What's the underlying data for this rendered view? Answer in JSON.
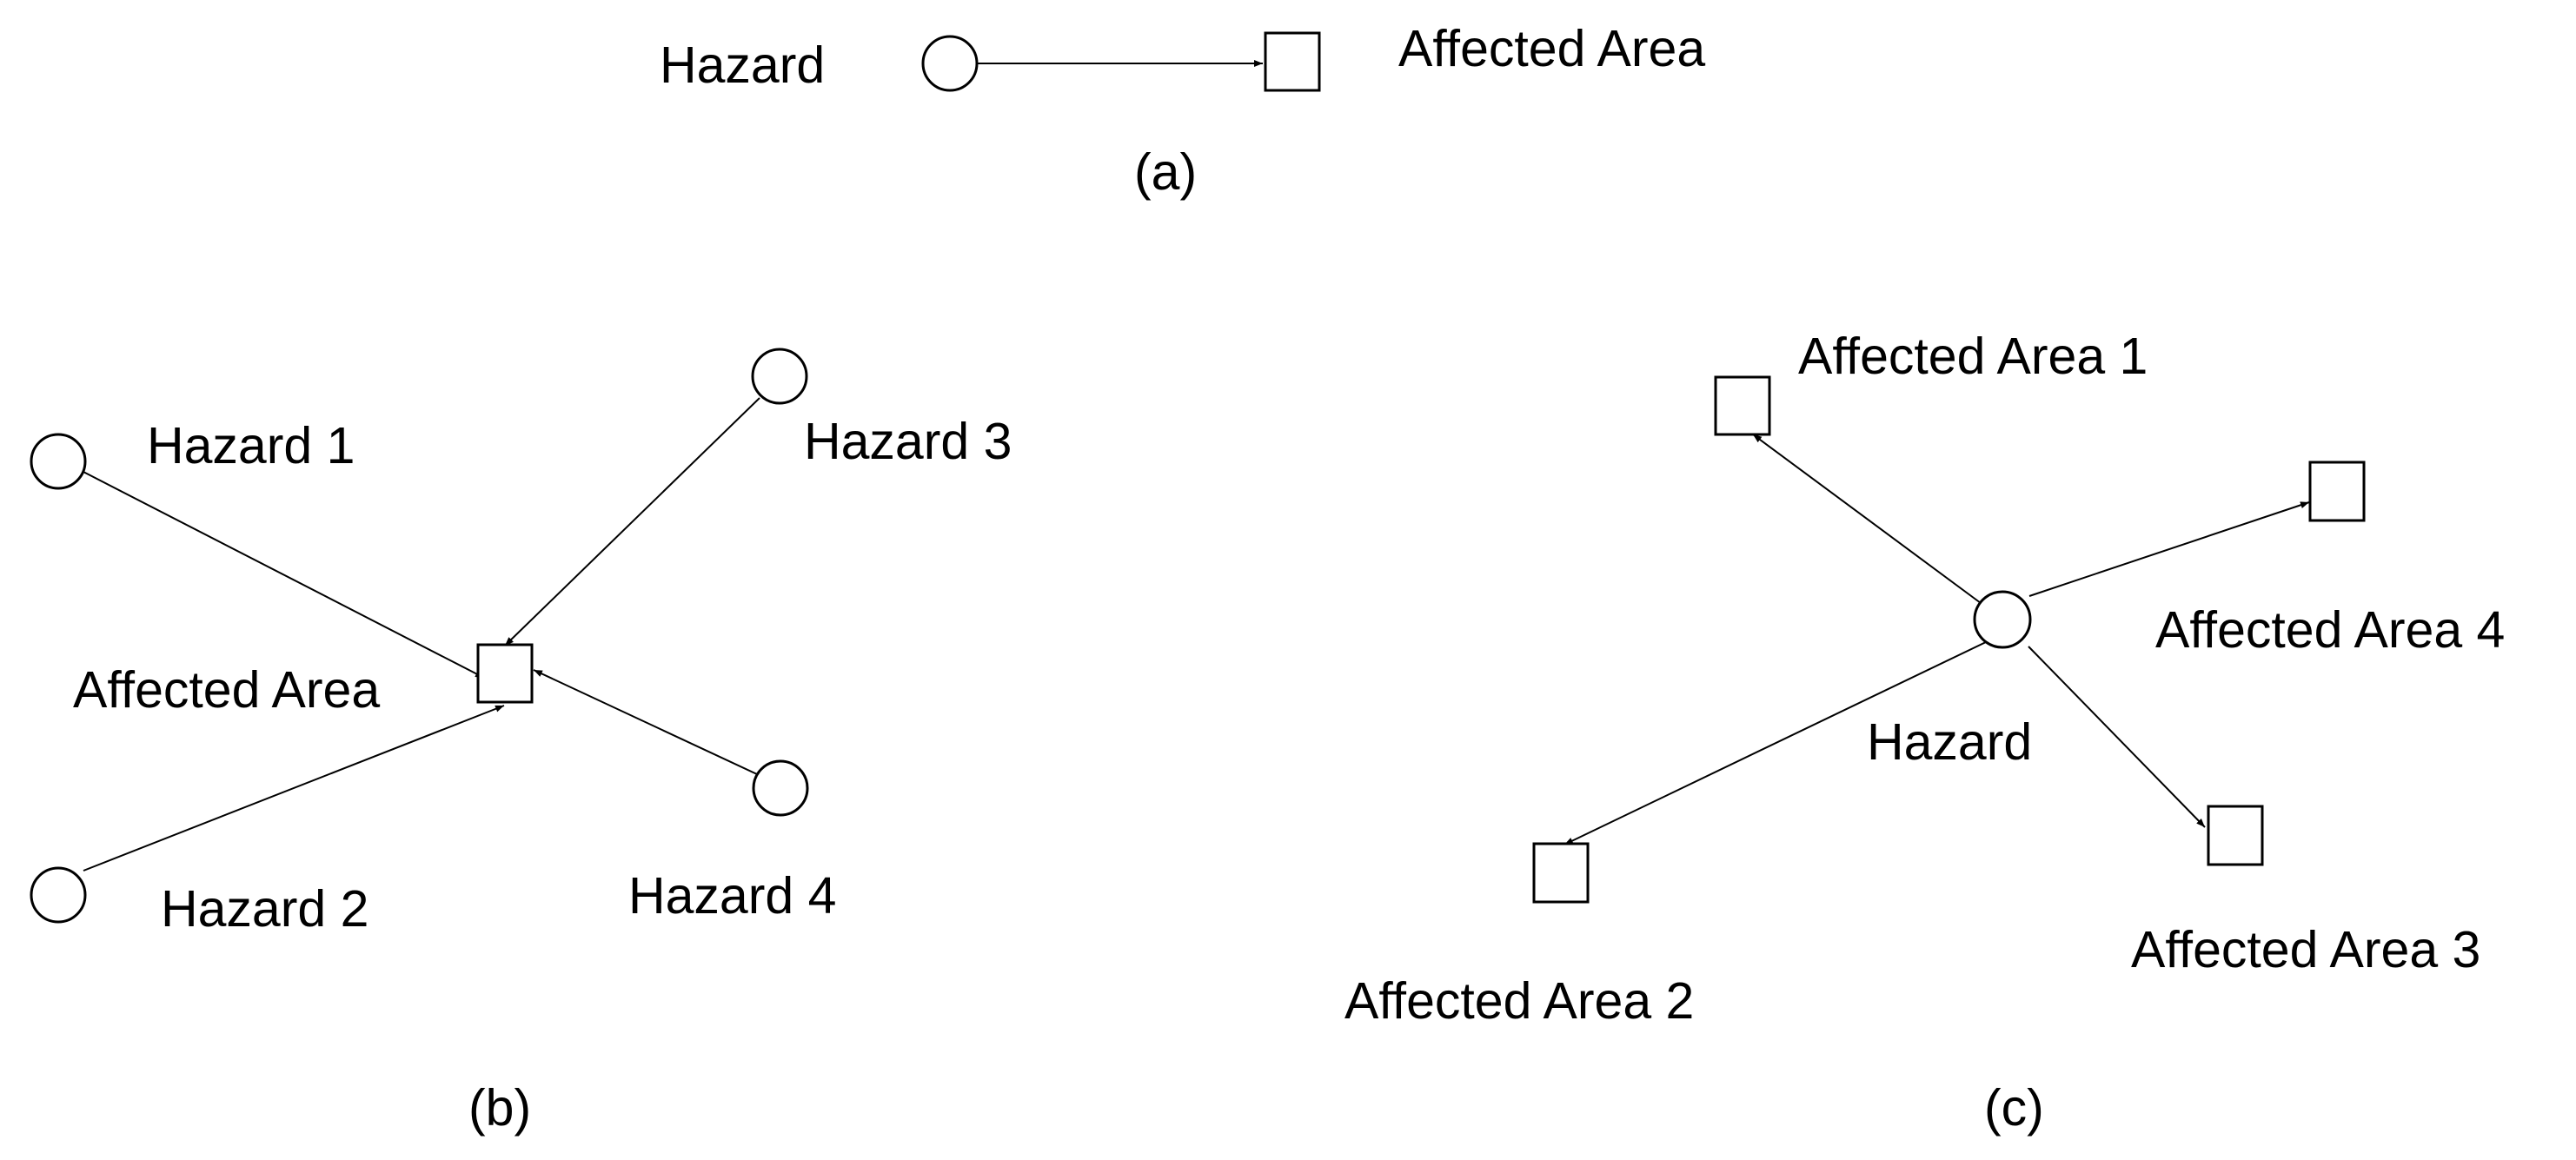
{
  "panel_a": {
    "caption": "(a)",
    "hazard_label": "Hazard",
    "area_label": "Affected Area"
  },
  "panel_b": {
    "caption": "(b)",
    "area_label": "Affected Area",
    "hazards": [
      "Hazard 1",
      "Hazard 2",
      "Hazard 3",
      "Hazard 4"
    ]
  },
  "panel_c": {
    "caption": "(c)",
    "hazard_label": "Hazard",
    "areas": [
      "Affected Area 1",
      "Affected Area 2",
      "Affected Area 3",
      "Affected Area 4"
    ]
  }
}
